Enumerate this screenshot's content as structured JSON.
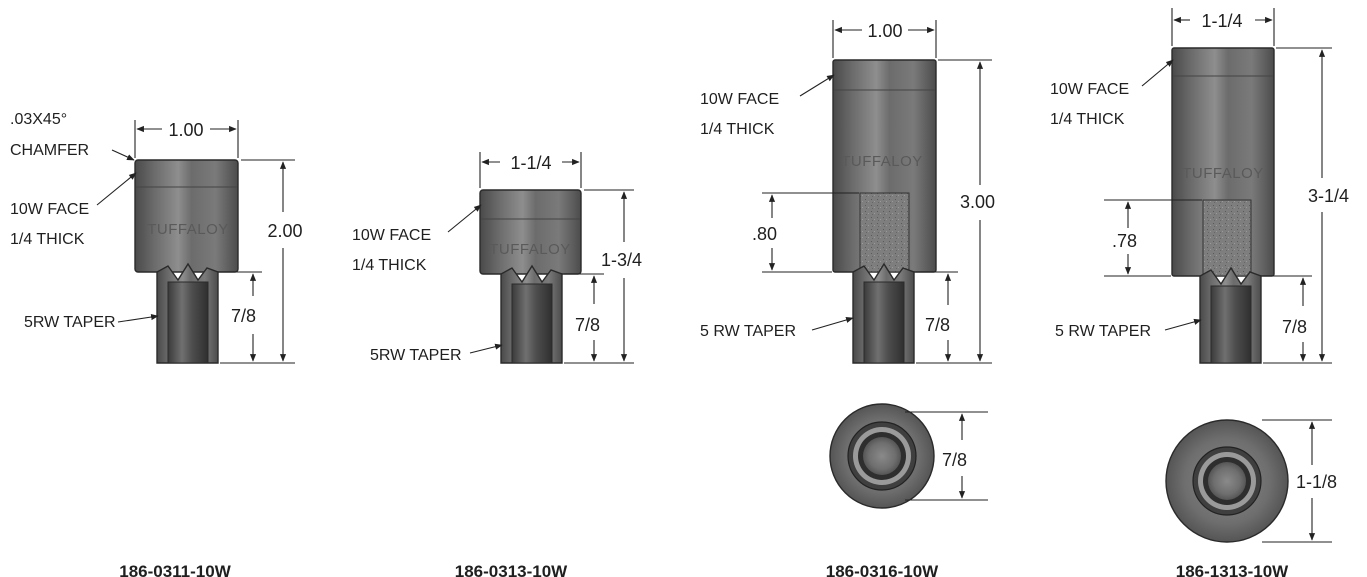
{
  "parts": [
    {
      "part_number": "186-0311-10W",
      "top_width": "1.00",
      "chamfer_note": ".03X45°",
      "chamfer_label": "CHAMFER",
      "face_line1": "10W FACE",
      "face_line2": "1/4 THICK",
      "brand": "TUFFALOY",
      "overall_length": "2.00",
      "shank_length": "7/8",
      "taper_label": "5RW TAPER"
    },
    {
      "part_number": "186-0313-10W",
      "top_width": "1-1/4",
      "face_line1": "10W FACE",
      "face_line2": "1/4 THICK",
      "brand": "TUFFALOY",
      "overall_length": "1-3/4",
      "shank_length": "7/8",
      "taper_label": "5RW TAPER"
    },
    {
      "part_number": "186-0316-10W",
      "top_width": "1.00",
      "face_line1": "10W FACE",
      "face_line2": "1/4 THICK",
      "brand": "TUFFALOY",
      "overall_length": "3.00",
      "insert_depth": ".80",
      "shank_length": "7/8",
      "taper_label": "5 RW TAPER",
      "end_view_diameter": "7/8"
    },
    {
      "part_number": "186-1313-10W",
      "top_width": "1-1/4",
      "face_line1": "10W FACE",
      "face_line2": "1/4 THICK",
      "brand": "TUFFALOY",
      "overall_length": "3-1/4",
      "insert_depth": ".78",
      "shank_length": "7/8",
      "taper_label": "5 RW TAPER",
      "end_view_diameter": "1-1/8"
    }
  ],
  "colors": {
    "body_metal": "#5e5e5e",
    "body_highlight": "#8a8a8a",
    "shank_metal": "#6a6a6a",
    "insert_speckle": "#7c7c7c",
    "ink": "#1f1f1f"
  }
}
